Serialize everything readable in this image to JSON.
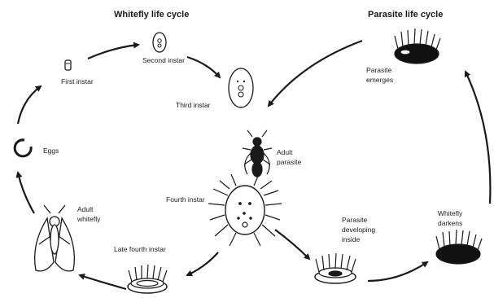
{
  "whitefly_cycle": {
    "title": "Whitefly life cycle",
    "stages": {
      "first_instar": "First instar",
      "second_instar": "Second instar",
      "third_instar": "Third instar",
      "fourth_instar": "Fourth instar",
      "late_fourth_instar": "Late fourth instar",
      "adult_whitefly_1": "Adult",
      "adult_whitefly_2": "whitefly",
      "eggs": "Eggs"
    }
  },
  "parasite_cycle": {
    "title": "Parasite life cycle",
    "stages": {
      "adult_parasite_1": "Adult",
      "adult_parasite_2": "parasite",
      "parasite_developing_1": "Parasite",
      "parasite_developing_2": "developing",
      "parasite_developing_3": "inside",
      "whitefly_darkens_1": "Whitefly",
      "whitefly_darkens_2": "darkens",
      "parasite_emerges_1": "Parasite",
      "parasite_emerges_2": "emerges"
    }
  },
  "colors": {
    "ink": "#1a1a1a",
    "background": "#ffffff"
  }
}
